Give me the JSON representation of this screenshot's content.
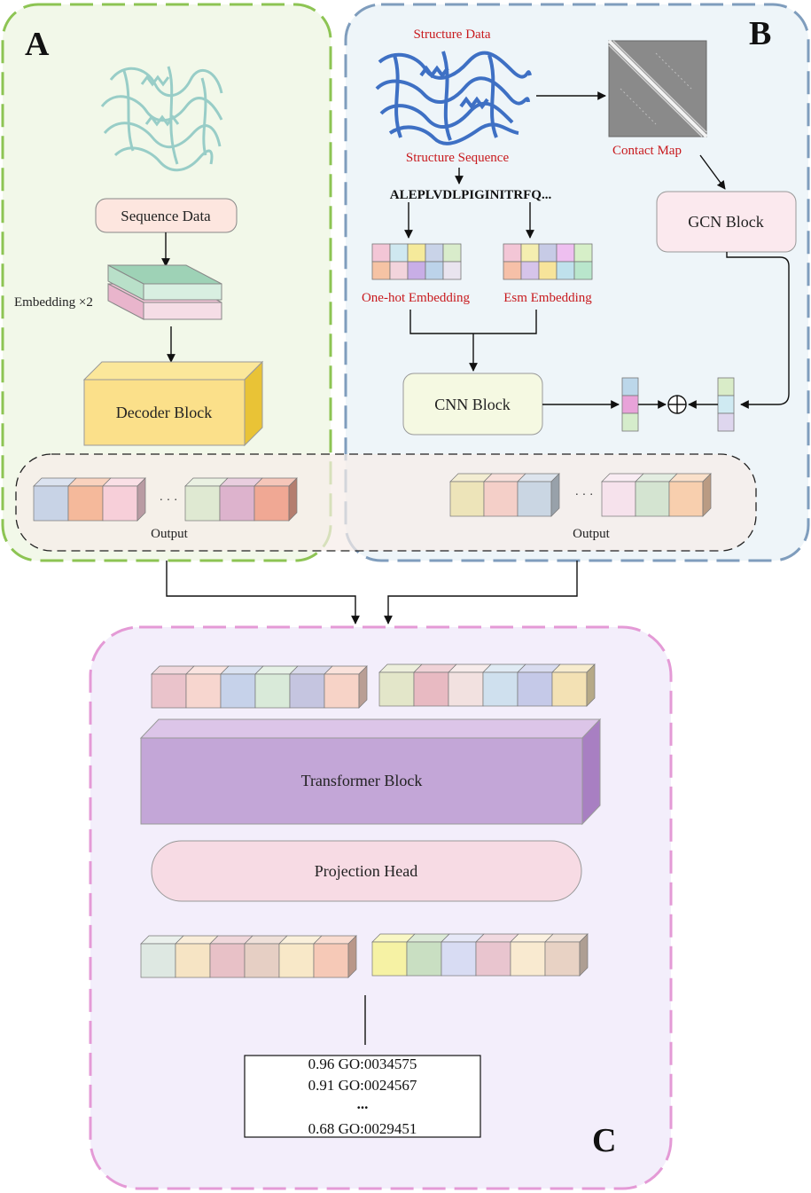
{
  "panels": {
    "a": {
      "letter": "A",
      "sequence_data": "Sequence Data",
      "embedding": "Embedding ×2",
      "decoder_block": "Decoder Block",
      "output": "Output",
      "ellipsis": "· · ·",
      "colors": {
        "border": "#8dc453",
        "fill": "#f0f7e6"
      }
    },
    "b": {
      "letter": "B",
      "structure_data": "Structure Data",
      "contact_map": "Contact Map",
      "structure_sequence": "Structure Sequence",
      "sequence": "ALEPLVDLPIGINITRFQ...",
      "one_hot_embedding": "One-hot Embedding",
      "esm_embedding": "Esm Embedding",
      "cnn_block": "CNN Block",
      "gcn_block": "GCN Block",
      "output": "Output",
      "ellipsis": "· · ·",
      "colors": {
        "border": "#7f9dbd",
        "fill": "#eef5f9",
        "accent_text": "#c8191d"
      }
    },
    "c": {
      "letter": "C",
      "transformer_block": "Transformer Block",
      "projection_head": "Projection Head",
      "predictions": [
        {
          "score": "0.96",
          "term": "GO:0034575"
        },
        {
          "score": "0.91",
          "term": "GO:0024567"
        },
        {
          "score": "0.68",
          "term": "GO:0029451"
        }
      ],
      "ellipsis": "...",
      "colors": {
        "border": "#e49ad6",
        "fill": "#f3eefb"
      }
    }
  }
}
